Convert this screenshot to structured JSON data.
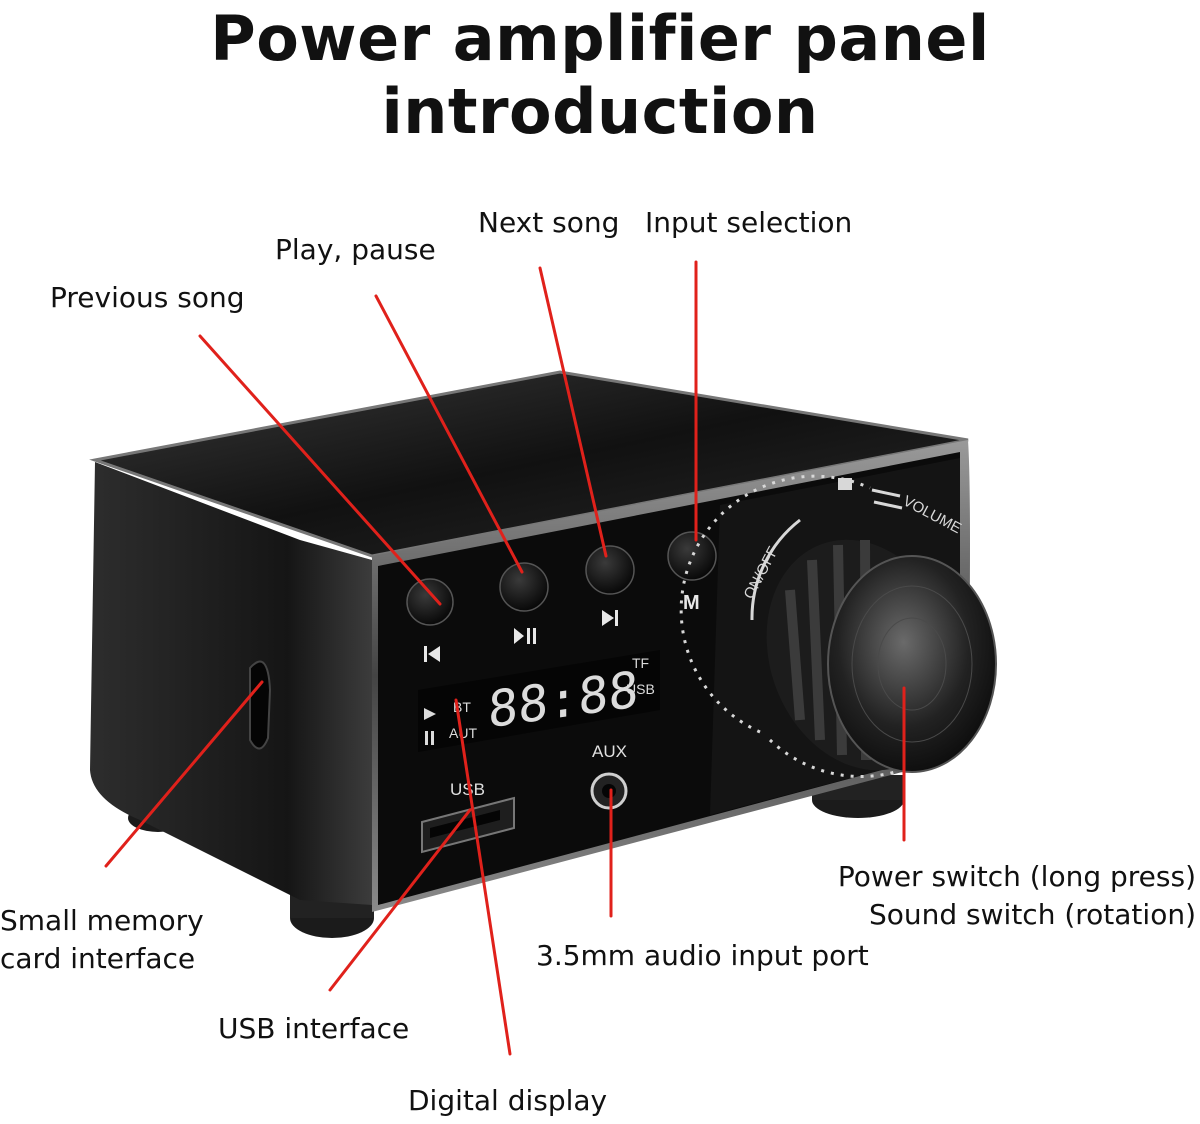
{
  "title": "Power amplifier panel introduction",
  "labels": {
    "previous_song": "Previous song",
    "play_pause": "Play, pause",
    "next_song": "Next song",
    "input_selection": "Input selection",
    "power_switch_line1": "Power switch (long press)",
    "power_switch_line2": "Sound switch (rotation)",
    "memory_card_line1": "Small memory",
    "memory_card_line2": "card interface",
    "usb_interface": "USB interface",
    "audio_input": "3.5mm audio input port",
    "digital_display": "Digital display"
  },
  "device": {
    "button_m": "M",
    "display_digits": "88:88",
    "display_bt": "BT",
    "display_aut": "AUT",
    "display_tf": "TF",
    "display_usb": "USB",
    "aux_label": "AUX",
    "usb_slot_label": "USB",
    "dial_on_off": "ON/OFF",
    "dial_volume": "VOLUME"
  },
  "colors": {
    "pointer_line": "#e0211b",
    "device_body": "#1a1a1a",
    "panel": "#0c0c0c"
  }
}
